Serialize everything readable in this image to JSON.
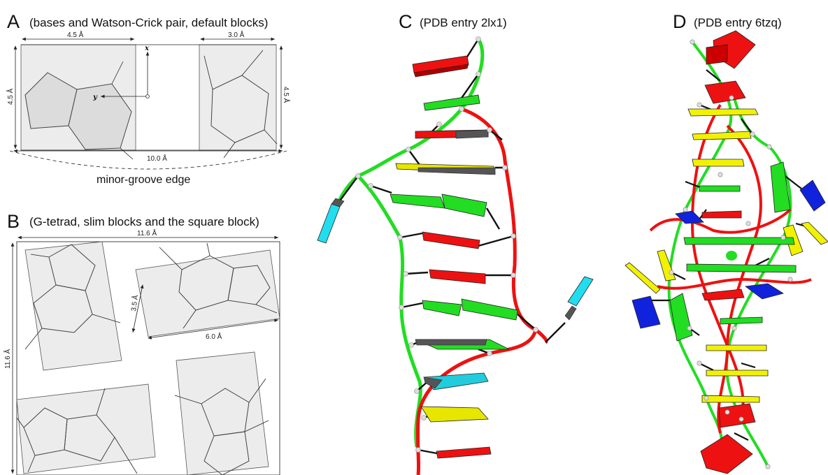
{
  "panels": {
    "A": {
      "letter": "A",
      "caption": "(bases and Watson-Crick pair, default blocks)",
      "dim_left": "4.5 Å",
      "dim_right_block": "3.0 Å",
      "dim_total": "10.0 Å",
      "dim_height": "4.5 Å",
      "dim_height_right": "4.5 Å",
      "axis_x": "x",
      "axis_y": "y",
      "edge_label": "minor-groove edge"
    },
    "B": {
      "letter": "B",
      "caption": "(G-tetrad, slim blocks and the square block)",
      "dim_width": "11.6 Å",
      "dim_height": "11.6 Å",
      "dim_slim_short": "3.5 Å",
      "dim_slim_long": "6.0 Å"
    },
    "C": {
      "letter": "C",
      "caption": "(PDB entry 2lx1)"
    },
    "D": {
      "letter": "D",
      "caption": "(PDB entry 6tzq)"
    }
  },
  "colors": {
    "green": "#22dd22",
    "red": "#ee1111",
    "yellow": "#f2f200",
    "cyan": "#22ddee",
    "blue": "#1122dd",
    "gray": "#555555"
  }
}
